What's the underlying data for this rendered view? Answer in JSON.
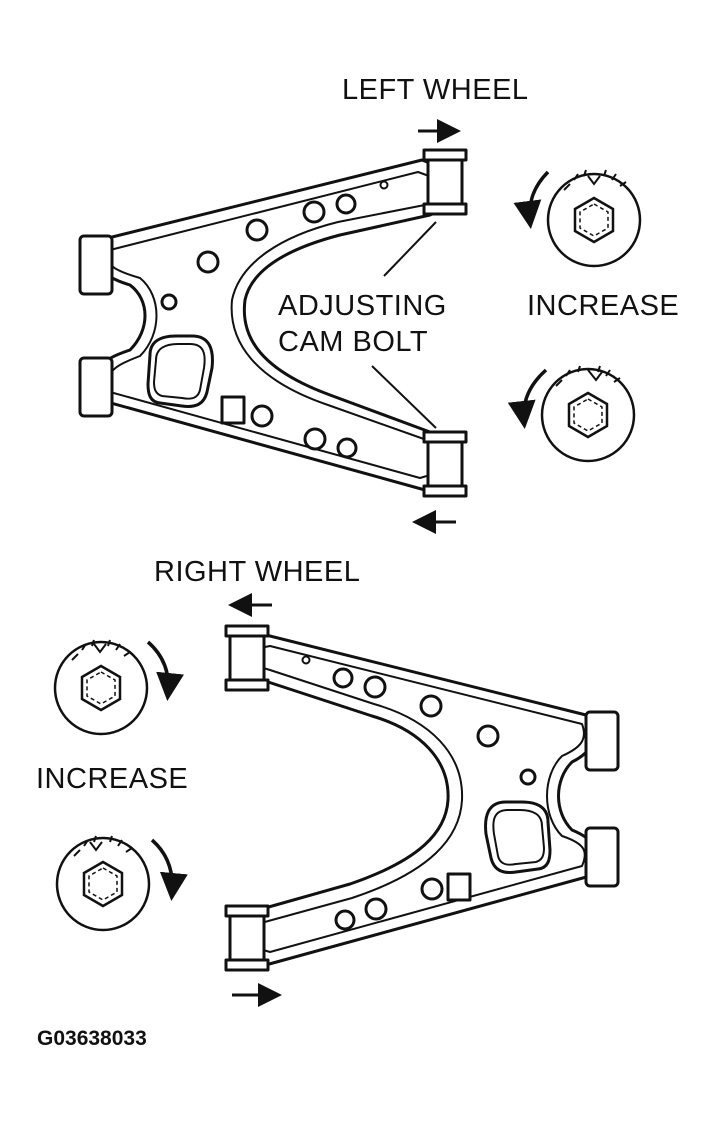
{
  "labels": {
    "left_wheel": "LEFT WHEEL",
    "adjusting_cam_bolt_line1": "ADJUSTING",
    "adjusting_cam_bolt_line2": "CAM BOLT",
    "increase_top": "INCREASE",
    "right_wheel": "RIGHT WHEEL",
    "increase_bottom": "INCREASE",
    "figure_code": "G03638033"
  },
  "colors": {
    "ink": "#111111",
    "background": "#ffffff"
  },
  "icons": [
    "direction-arrow-icon",
    "cam-bolt-icon",
    "rotation-arrow-icon",
    "control-arm-icon"
  ]
}
